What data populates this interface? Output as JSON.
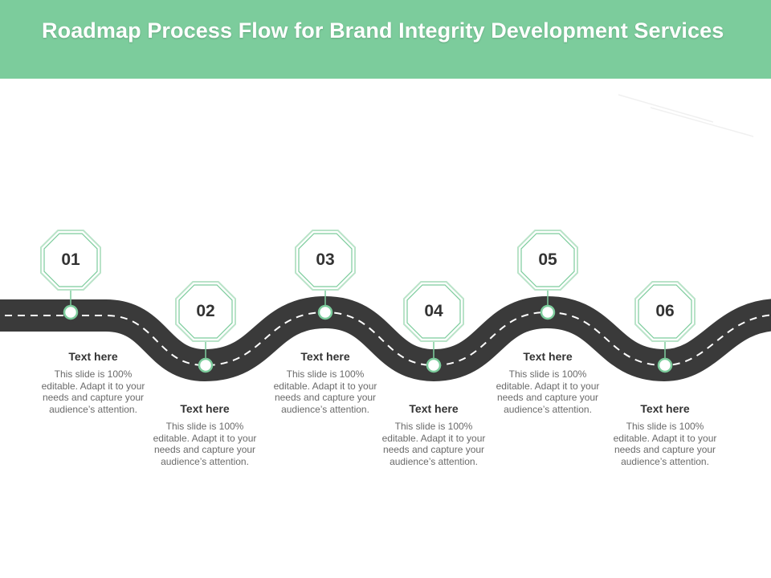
{
  "header": {
    "title": "Roadmap Process Flow for Brand Integrity Development Services",
    "background_color": "#7ccc9c"
  },
  "colors": {
    "road": "#3a3a3a",
    "road_dash": "#ffffff",
    "accent": "#7ccc9c",
    "accent_light": "#b9e3c8"
  },
  "steps": [
    {
      "number": "01",
      "heading": "Text here",
      "text": "This slide is 100% editable. Adapt it to your needs and capture your audience’s attention."
    },
    {
      "number": "02",
      "heading": "Text here",
      "text": "This slide is 100% editable. Adapt it to your needs and capture your audience’s attention."
    },
    {
      "number": "03",
      "heading": "Text here",
      "text": "This slide is 100% editable. Adapt it to your needs and capture your audience’s attention."
    },
    {
      "number": "04",
      "heading": "Text here",
      "text": "This slide is 100% editable. Adapt it to your needs and capture your audience’s attention."
    },
    {
      "number": "05",
      "heading": "Text here",
      "text": "This slide is 100% editable. Adapt it to your needs and capture your audience’s attention."
    },
    {
      "number": "06",
      "heading": "Text here",
      "text": "This slide is 100% editable. Adapt it to your needs and capture your audience’s attention."
    }
  ]
}
